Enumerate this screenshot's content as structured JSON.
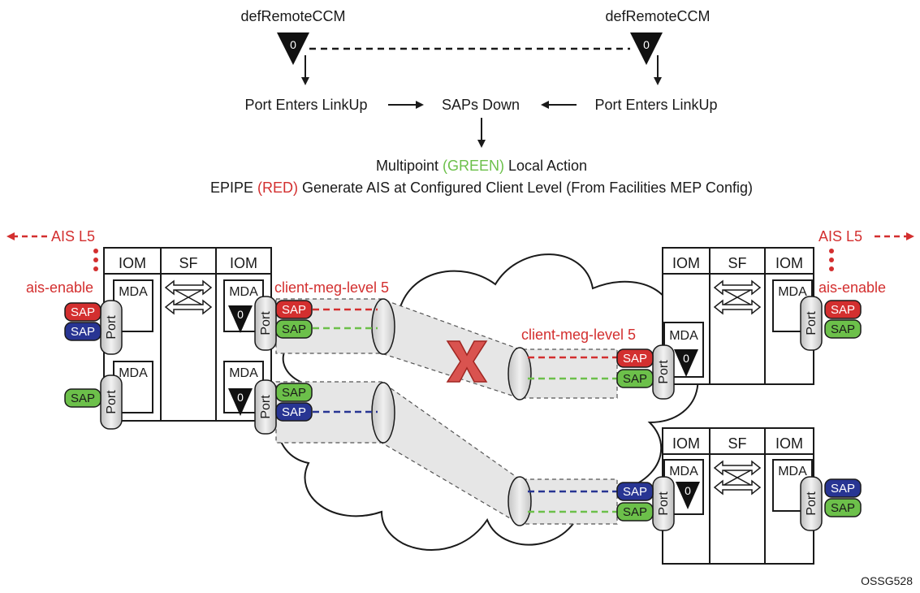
{
  "top": {
    "def_remote_ccm_left": "defRemoteCCM",
    "def_remote_ccm_right": "defRemoteCCM",
    "mep_level": "0",
    "port_linkup_left": "Port Enters LinkUp",
    "saps_down": "SAPs Down",
    "port_linkup_right": "Port Enters LinkUp"
  },
  "action": {
    "line1_prefix": "Multipoint ",
    "line1_green": "(GREEN)",
    "line1_suffix": " Local Action",
    "line2_prefix": "EPIPE ",
    "line2_red": "(RED)",
    "line2_suffix": " Generate AIS at Configured Client Level (From Facilities MEP Config)"
  },
  "left": {
    "ais_label": "AIS L5",
    "ais_enable": "ais-enable",
    "client_meg_level": "client-meg-level 5"
  },
  "right": {
    "ais_label": "AIS L5",
    "ais_enable": "ais-enable",
    "client_meg_level": "client-meg-level 5"
  },
  "node": {
    "iom": "IOM",
    "sf": "SF",
    "mda": "MDA",
    "port": "Port",
    "sap": "SAP"
  },
  "colors": {
    "red": "#d32f2f",
    "green": "#6cc04a",
    "blue": "#283593",
    "tunnel": "#e6e6e6"
  },
  "figure_id": "OSSG528"
}
